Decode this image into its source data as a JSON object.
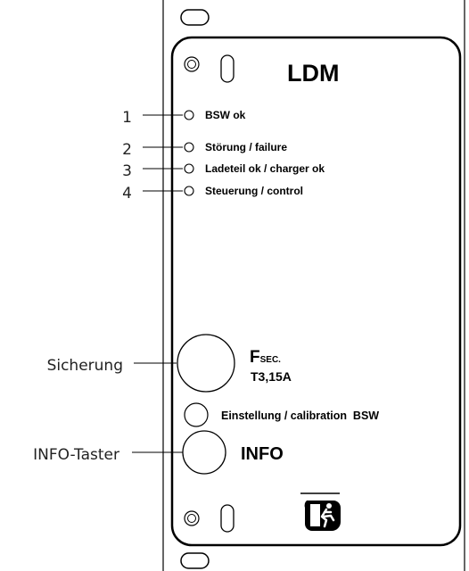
{
  "panel": {
    "title": "LDM",
    "leds": [
      {
        "number": "1",
        "label": "BSW ok"
      },
      {
        "number": "2",
        "label": "Störung / failure"
      },
      {
        "number": "3",
        "label": "Ladeteil ok / charger ok"
      },
      {
        "number": "4",
        "label": "Steuerung / control"
      }
    ],
    "fuse": {
      "callout": "Sicherung",
      "symbol": "F",
      "symbol_sub": "SEC.",
      "rating": "T3,15A"
    },
    "calibration": {
      "label": "Einstellung / calibration  BSW"
    },
    "info": {
      "callout": "INFO-Taster",
      "label": "INFO"
    },
    "exit_icon": "emergency-exit-running-man-icon"
  }
}
